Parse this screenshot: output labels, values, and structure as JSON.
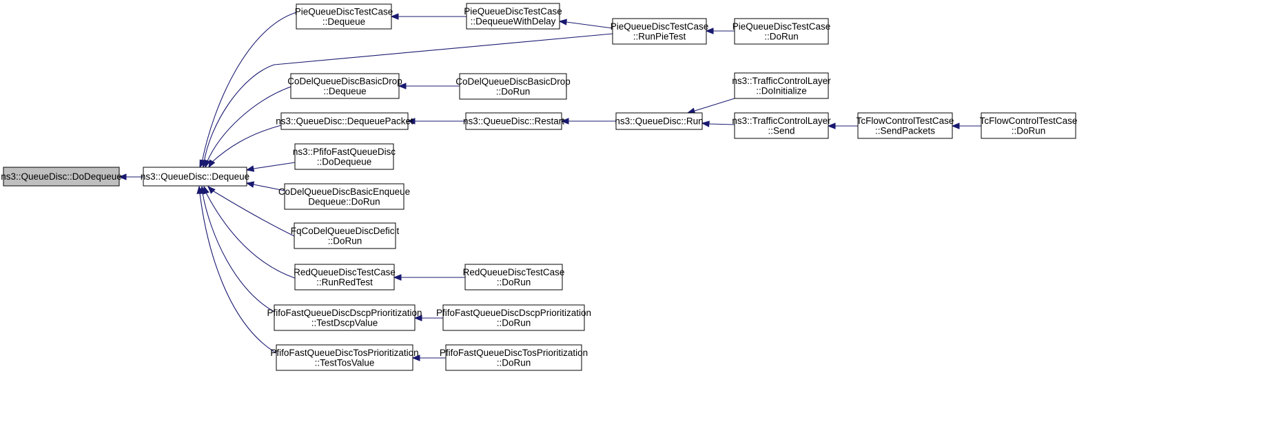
{
  "graph": {
    "colors": {
      "node_fill": "#ffffff",
      "root_fill": "#bfbfbf",
      "border": "#000000",
      "edge": "#191970"
    },
    "nodes": [
      {
        "id": "n0",
        "lines": [
          "ns3::QueueDisc::DoDequeue"
        ],
        "root": true
      },
      {
        "id": "n1",
        "lines": [
          "ns3::QueueDisc::Dequeue"
        ]
      },
      {
        "id": "n2",
        "lines": [
          "PieQueueDiscTestCase",
          "::Dequeue"
        ]
      },
      {
        "id": "n3",
        "lines": [
          "CoDelQueueDiscBasicDrop",
          "::Dequeue"
        ]
      },
      {
        "id": "n4",
        "lines": [
          "ns3::QueueDisc::DequeuePacket"
        ]
      },
      {
        "id": "n5",
        "lines": [
          "ns3::PfifoFastQueueDisc",
          "::DoDequeue"
        ]
      },
      {
        "id": "n6",
        "lines": [
          "CoDelQueueDiscBasicEnqueue",
          "Dequeue::DoRun"
        ]
      },
      {
        "id": "n7",
        "lines": [
          "FqCoDelQueueDiscDeficit",
          "::DoRun"
        ]
      },
      {
        "id": "n8",
        "lines": [
          "RedQueueDiscTestCase",
          "::RunRedTest"
        ]
      },
      {
        "id": "n9",
        "lines": [
          "PfifoFastQueueDiscDscpPrioritization",
          "::TestDscpValue"
        ]
      },
      {
        "id": "n10",
        "lines": [
          "PfifoFastQueueDiscTosPrioritization",
          "::TestTosValue"
        ]
      },
      {
        "id": "n11",
        "lines": [
          "PieQueueDiscTestCase",
          "::DequeueWithDelay"
        ]
      },
      {
        "id": "n12",
        "lines": [
          "CoDelQueueDiscBasicDrop",
          "::DoRun"
        ]
      },
      {
        "id": "n13",
        "lines": [
          "ns3::QueueDisc::Restart"
        ]
      },
      {
        "id": "n14",
        "lines": [
          "RedQueueDiscTestCase",
          "::DoRun"
        ]
      },
      {
        "id": "n15",
        "lines": [
          "PfifoFastQueueDiscDscpPrioritization",
          "::DoRun"
        ]
      },
      {
        "id": "n16",
        "lines": [
          "PfifoFastQueueDiscTosPrioritization",
          "::DoRun"
        ]
      },
      {
        "id": "n17",
        "lines": [
          "PieQueueDiscTestCase",
          "::RunPieTest"
        ]
      },
      {
        "id": "n18",
        "lines": [
          "ns3::QueueDisc::Run"
        ]
      },
      {
        "id": "n19",
        "lines": [
          "PieQueueDiscTestCase",
          "::DoRun"
        ]
      },
      {
        "id": "n20",
        "lines": [
          "ns3::TrafficControlLayer",
          "::DoInitialize"
        ]
      },
      {
        "id": "n21",
        "lines": [
          "ns3::TrafficControlLayer",
          "::Send"
        ]
      },
      {
        "id": "n22",
        "lines": [
          "TcFlowControlTestCase",
          "::SendPackets"
        ]
      },
      {
        "id": "n23",
        "lines": [
          "TcFlowControlTestCase",
          "::DoRun"
        ]
      }
    ],
    "edges": [
      {
        "from": "n1",
        "to": "n0"
      },
      {
        "from": "n2",
        "to": "n1"
      },
      {
        "from": "n17",
        "to": "n1"
      },
      {
        "from": "n3",
        "to": "n1"
      },
      {
        "from": "n4",
        "to": "n1"
      },
      {
        "from": "n5",
        "to": "n1"
      },
      {
        "from": "n6",
        "to": "n1"
      },
      {
        "from": "n7",
        "to": "n1"
      },
      {
        "from": "n8",
        "to": "n1"
      },
      {
        "from": "n9",
        "to": "n1"
      },
      {
        "from": "n10",
        "to": "n1"
      },
      {
        "from": "n11",
        "to": "n2"
      },
      {
        "from": "n17",
        "to": "n11"
      },
      {
        "from": "n19",
        "to": "n17"
      },
      {
        "from": "n12",
        "to": "n3"
      },
      {
        "from": "n13",
        "to": "n4"
      },
      {
        "from": "n18",
        "to": "n13"
      },
      {
        "from": "n20",
        "to": "n18"
      },
      {
        "from": "n21",
        "to": "n18"
      },
      {
        "from": "n22",
        "to": "n21"
      },
      {
        "from": "n23",
        "to": "n22"
      },
      {
        "from": "n14",
        "to": "n8"
      },
      {
        "from": "n15",
        "to": "n9"
      },
      {
        "from": "n16",
        "to": "n10"
      }
    ]
  }
}
